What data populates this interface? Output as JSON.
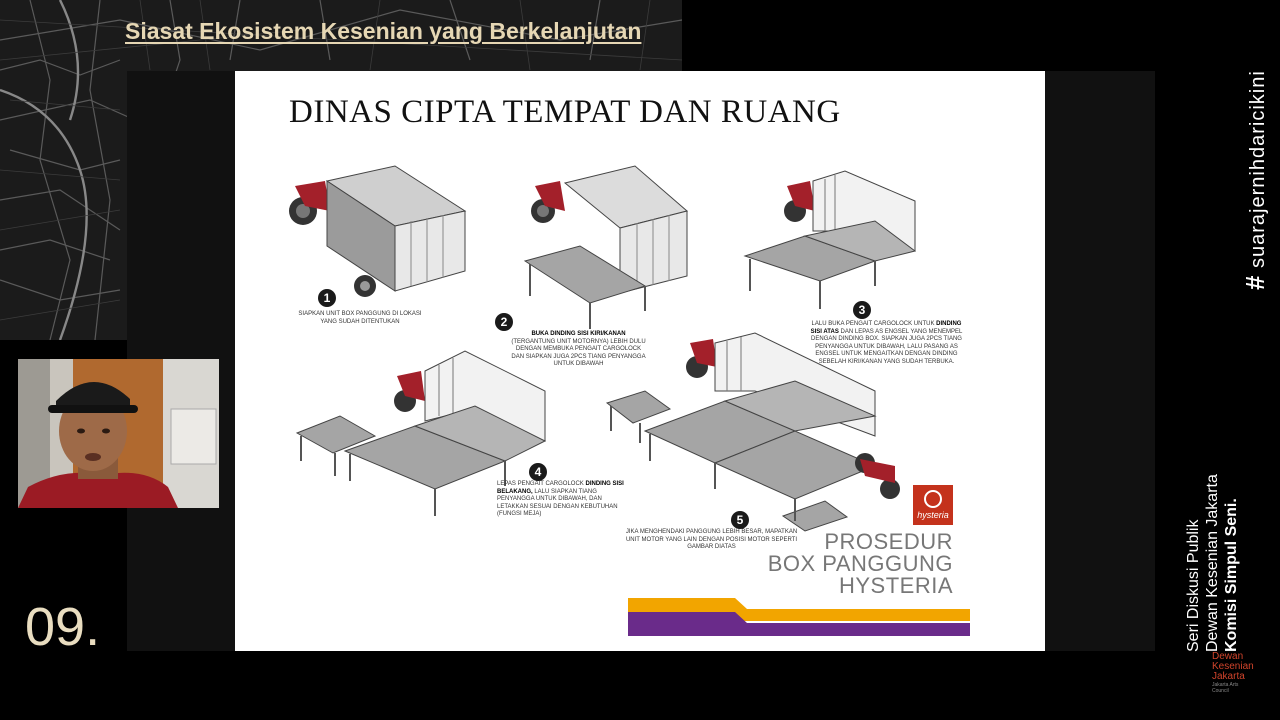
{
  "header": {
    "title": "Siasat Ekosistem Kesenian yang Berkelanjutan"
  },
  "slide": {
    "title": "DINAS CIPTA TEMPAT DAN RUANG",
    "steps": [
      {
        "num": "1",
        "text": "Siapkan unit box panggung di lokasi yang sudah ditentukan"
      },
      {
        "num": "2",
        "text_bold": "Buka dinding sisi kiri/kanan",
        "text": "(tergantung unit motornya) lebih dulu dengan membuka pengait cargolock dan siapkan juga 2pcs tiang penyangga untuk dibawah"
      },
      {
        "num": "3",
        "text_prefix": "Lalu buka pengait cargolock untuk",
        "text_bold": "dinding sisi atas",
        "text": "dan lepas as engsel yang menempel dengan dinding box. Siapkan juga 2pcs tiang penyangga untuk dibawah, lalu pasang as engsel untuk mengaitkan dengan dinding sebelah kiri/kanan yang sudah terbuka."
      },
      {
        "num": "4",
        "text_prefix": "Lepas pengait cargolock",
        "text_bold": "dinding sisi belakang,",
        "text": "lalu siapkan tiang penyangga untuk dibawah, dan letakkan sesuai dengan kebutuhan (fungsi meja)"
      },
      {
        "num": "5",
        "text": "Jika menghendaki panggung lebih besar, mapatkan unit motor yang lain dengan posisi motor seperti gambar diatas"
      }
    ],
    "prosedur": [
      "PROSEDUR",
      "BOX PANGGUNG",
      "HYSTERIA"
    ],
    "logo_text": "hysteria"
  },
  "slide_number": "09.",
  "hashtag": "suarajernihdaricikini",
  "side_info": {
    "line1": "Seri Diskusi Publik",
    "line2": "Dewan Kesenian Jakarta",
    "line3": "Komisi Simpul Seni."
  },
  "dkj_logo": {
    "line1": "Dewan",
    "line2": "Kesenian",
    "line3": "Jakarta",
    "sub1": "Jakarta Arts",
    "sub2": "Council"
  },
  "colors": {
    "accent_gold": "#e6d7b4",
    "brand_red": "#c4321c",
    "stripe_orange": "#f2a500",
    "stripe_purple": "#6a2b8a"
  }
}
